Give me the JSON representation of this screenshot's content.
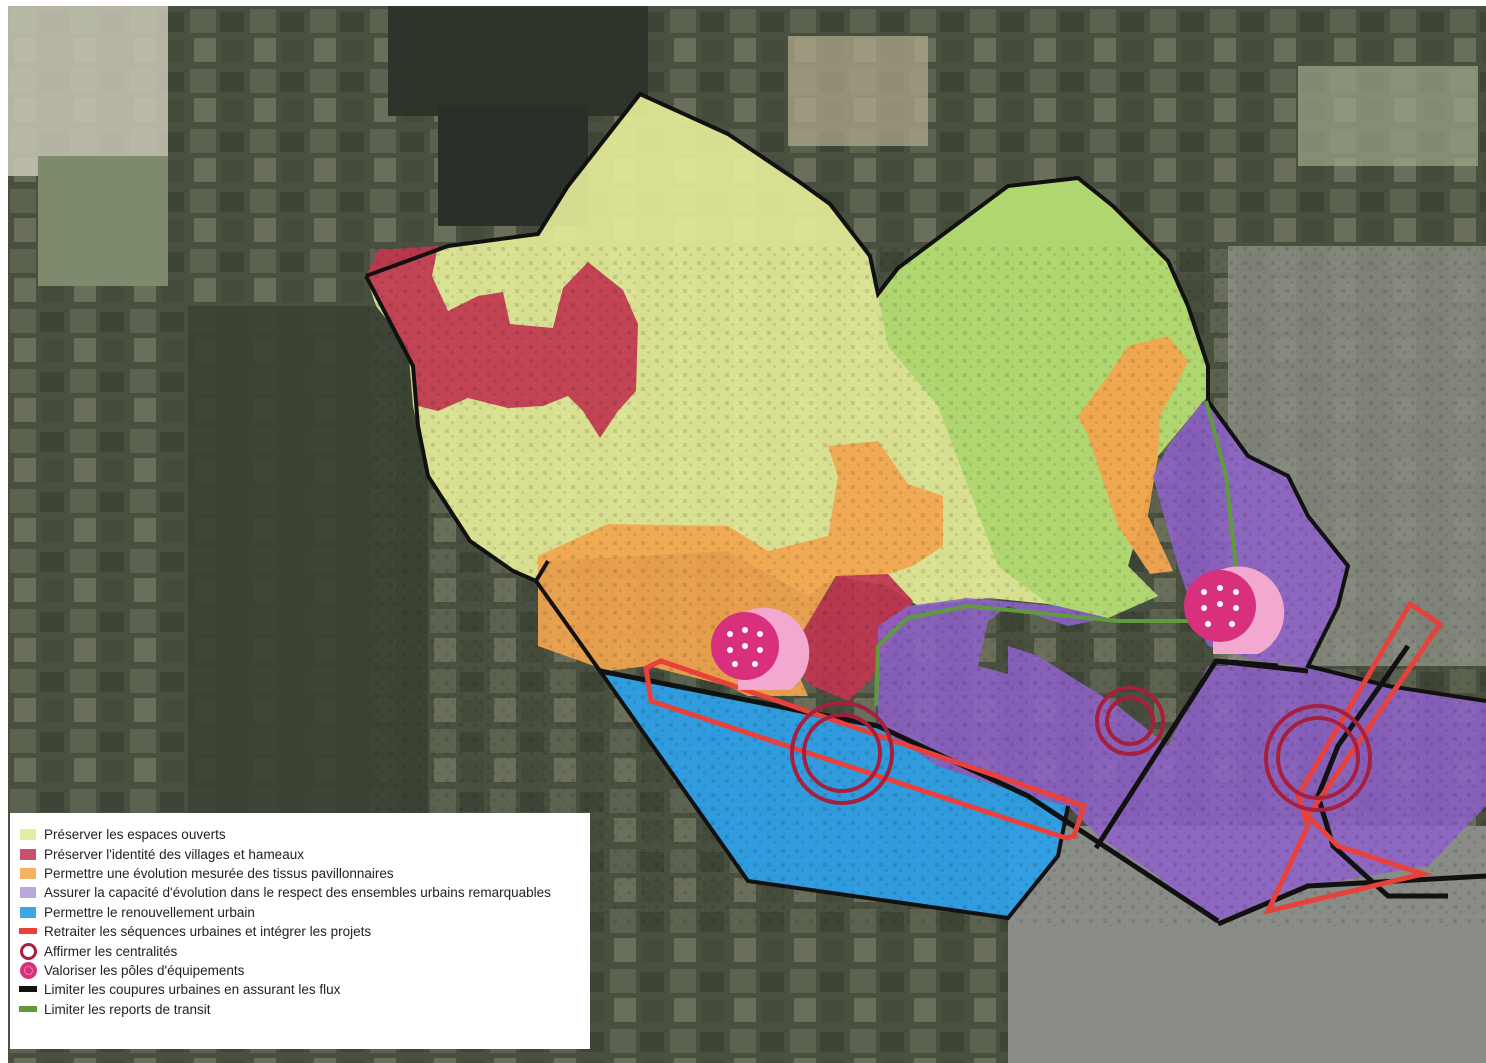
{
  "legend": {
    "items": [
      {
        "label": "Préserver les espaces ouverts",
        "symbol": "square",
        "color": "#e5eea0"
      },
      {
        "label": "Préserver l'identité des villages et hameaux",
        "symbol": "square",
        "color": "#c8506b"
      },
      {
        "label": "Permettre une évolution mesurée des tissus pavillonnaires",
        "symbol": "square",
        "color": "#f2b463"
      },
      {
        "label": "Assurer la capacité d'évolution dans le respect des ensembles urbains remarquables",
        "symbol": "square",
        "color": "#b9a6da"
      },
      {
        "label": "Permettre le renouvellement urbain",
        "symbol": "square",
        "color": "#3aa6e6"
      },
      {
        "label": "Retraiter les séquences urbaines et intégrer les projets",
        "symbol": "line",
        "color": "#e8413c"
      },
      {
        "label": "Affirmer les centralités",
        "symbol": "ring",
        "color": "#a6203d"
      },
      {
        "label": "Valoriser les pôles d'équipements",
        "symbol": "dot",
        "color": "#d9307e"
      },
      {
        "label": "Limiter les coupures urbaines en assurant les flux",
        "symbol": "line-black",
        "color": "#111111"
      },
      {
        "label": "Limiter les reports de transit",
        "symbol": "line",
        "color": "#5f9a3c"
      }
    ]
  },
  "map": {
    "zone_colors": {
      "open_spaces": "#e4ec98",
      "open_spaces_dark": "#a8d56a",
      "villages": "#c0364f",
      "pavillonnaire": "#f2a54e",
      "urban_ensembles": "#8e62c8",
      "renewal": "#2e9fe6",
      "sequence_red": "#e8413c",
      "centrality_ring": "#a6203d",
      "equipment_pole": "#d9307e",
      "transit_green": "#5f9a3c",
      "border_black": "#111111"
    }
  }
}
